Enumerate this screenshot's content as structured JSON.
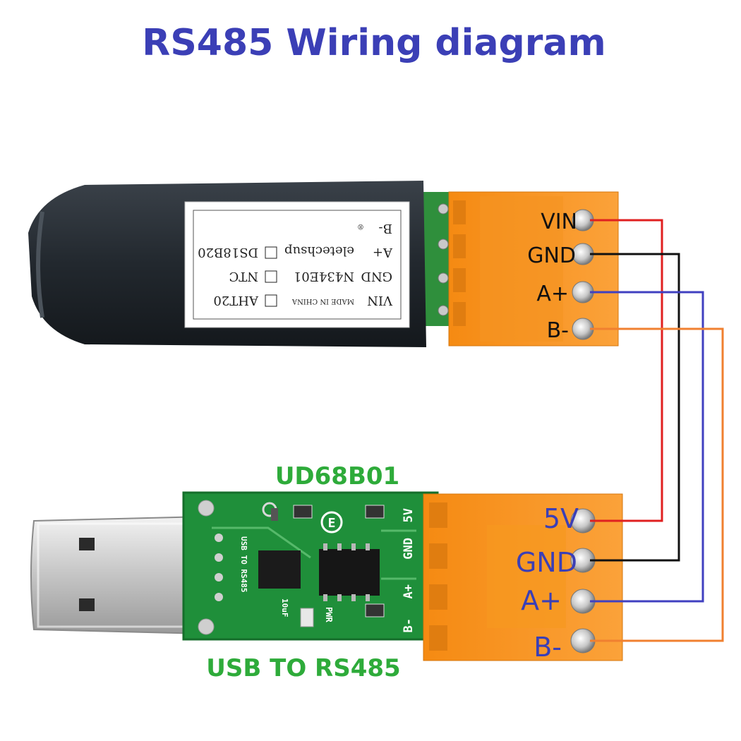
{
  "title": "RS485 Wiring diagram",
  "upper_module": {
    "sticker": {
      "pins": [
        "VIN",
        "GND",
        "A+",
        "B-"
      ],
      "model": "N434E01",
      "brand": "eletechsup",
      "made_in": "MADE IN CHINA",
      "options": [
        "AHT20",
        "NTC",
        "DS18B20"
      ]
    },
    "terminal_labels": [
      "VIN",
      "GND",
      "A+",
      "B-"
    ]
  },
  "lower_module": {
    "name": "UD68B01",
    "caption": "USB TO RS485",
    "pcb_silkscreen": [
      "5V",
      "GND",
      "A+",
      "B-"
    ],
    "pcb_marks": [
      "USB TO RS485",
      "PWR",
      "10uF"
    ],
    "terminal_labels": [
      "5V",
      "GND",
      "A+",
      "B-"
    ]
  },
  "wires": [
    {
      "from": "VIN",
      "to": "5V",
      "color": "#e02020"
    },
    {
      "from": "GND",
      "to": "GND",
      "color": "#111111"
    },
    {
      "from": "A+",
      "to": "A+",
      "color": "#4040c0"
    },
    {
      "from": "B-",
      "to": "B-",
      "color": "#f08030"
    }
  ],
  "colors": {
    "title": "#3b3fb6",
    "green_text": "#2eab3a",
    "terminal_block": "#f7941d",
    "pcb": "#1f8f3a",
    "housing": "#2a3037"
  },
  "icons": [
    "usb-plug-icon",
    "screw-icon",
    "ce-mark-icon"
  ]
}
